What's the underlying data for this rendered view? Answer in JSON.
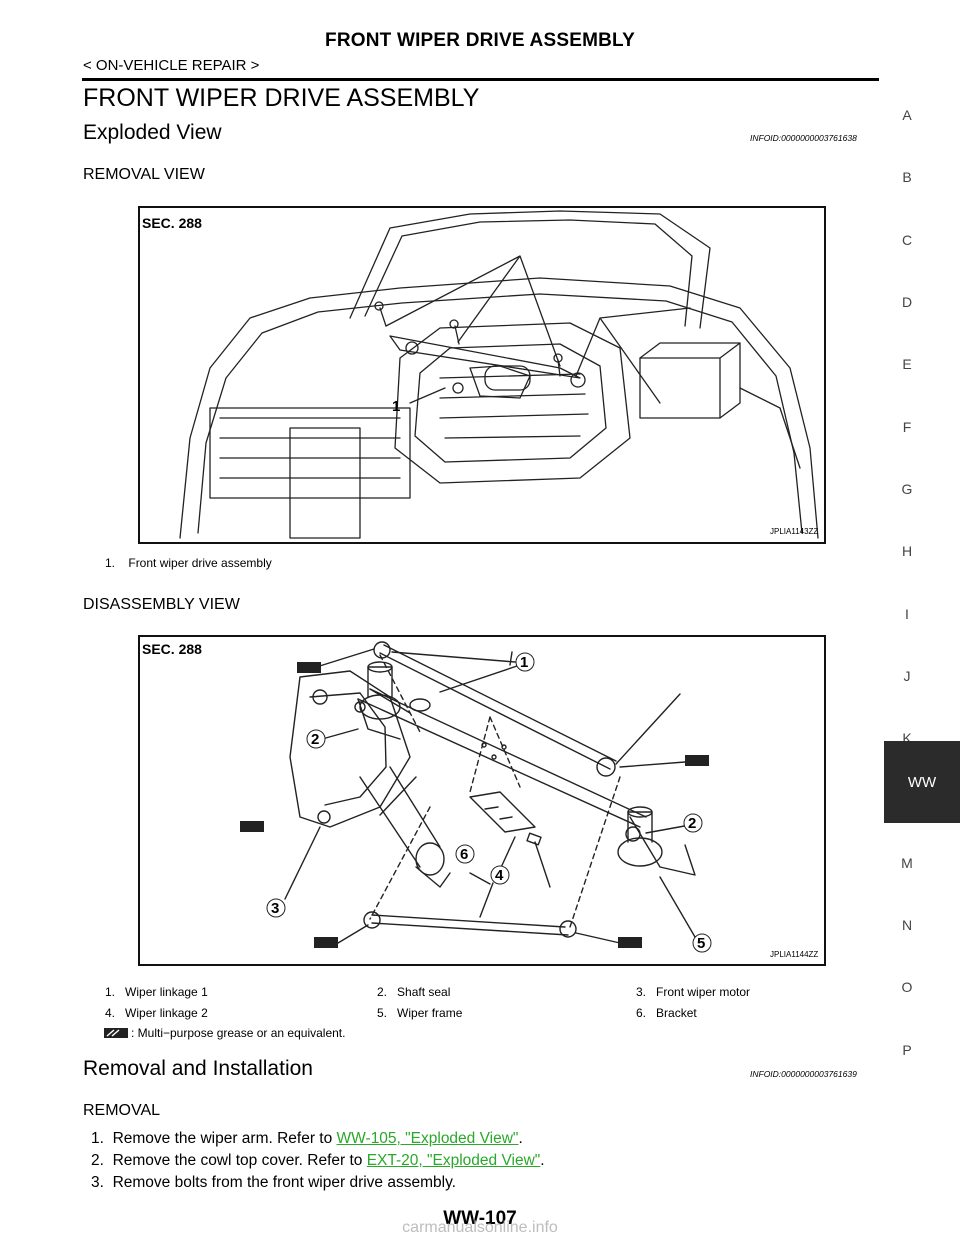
{
  "header": {
    "title": "FRONT WIPER DRIVE ASSEMBLY",
    "section": "< ON-VEHICLE REPAIR >"
  },
  "section_title": "FRONT WIPER DRIVE ASSEMBLY",
  "exploded_view": {
    "heading": "Exploded View",
    "infoid": "INFOID:0000000003761638"
  },
  "removal_view": {
    "heading": "REMOVAL VIEW",
    "sec_label": "SEC. 288",
    "callout": "1",
    "figure_code": "JPLIA1143ZZ",
    "legend": [
      {
        "num": "1.",
        "text": "Front wiper drive assembly"
      }
    ]
  },
  "disassembly_view": {
    "heading": "DISASSEMBLY VIEW",
    "sec_label": "SEC. 288",
    "callouts": [
      "1",
      "2",
      "2",
      "3",
      "4",
      "5",
      "6"
    ],
    "figure_code": "JPLIA1144ZZ",
    "legend": [
      {
        "num": "1.",
        "text": "Wiper linkage 1"
      },
      {
        "num": "2.",
        "text": "Shaft seal"
      },
      {
        "num": "3.",
        "text": "Front wiper motor"
      },
      {
        "num": "4.",
        "text": "Wiper linkage 2"
      },
      {
        "num": "5.",
        "text": "Wiper frame"
      },
      {
        "num": "6.",
        "text": "Bracket"
      }
    ],
    "grease_note": ": Multi−purpose grease or an equivalent."
  },
  "removal_installation": {
    "heading": "Removal and Installation",
    "infoid": "INFOID:0000000003761639",
    "subheading": "REMOVAL",
    "steps": [
      {
        "num": "1.",
        "text": "Remove the wiper arm. Refer to ",
        "link": "WW-105, \"Exploded View\"",
        "suffix": "."
      },
      {
        "num": "2.",
        "text": "Remove the cowl top cover. Refer to ",
        "link": "EXT-20, \"Exploded View\"",
        "suffix": "."
      },
      {
        "num": "3.",
        "text": "Remove bolts from the front wiper drive assembly.",
        "link": "",
        "suffix": ""
      }
    ]
  },
  "side_index": [
    "A",
    "B",
    "C",
    "D",
    "E",
    "F",
    "G",
    "H",
    "I",
    "J",
    "K",
    "WW",
    "M",
    "N",
    "O",
    "P"
  ],
  "page_number": "WW-107",
  "watermark": "carmanualsonline.info"
}
